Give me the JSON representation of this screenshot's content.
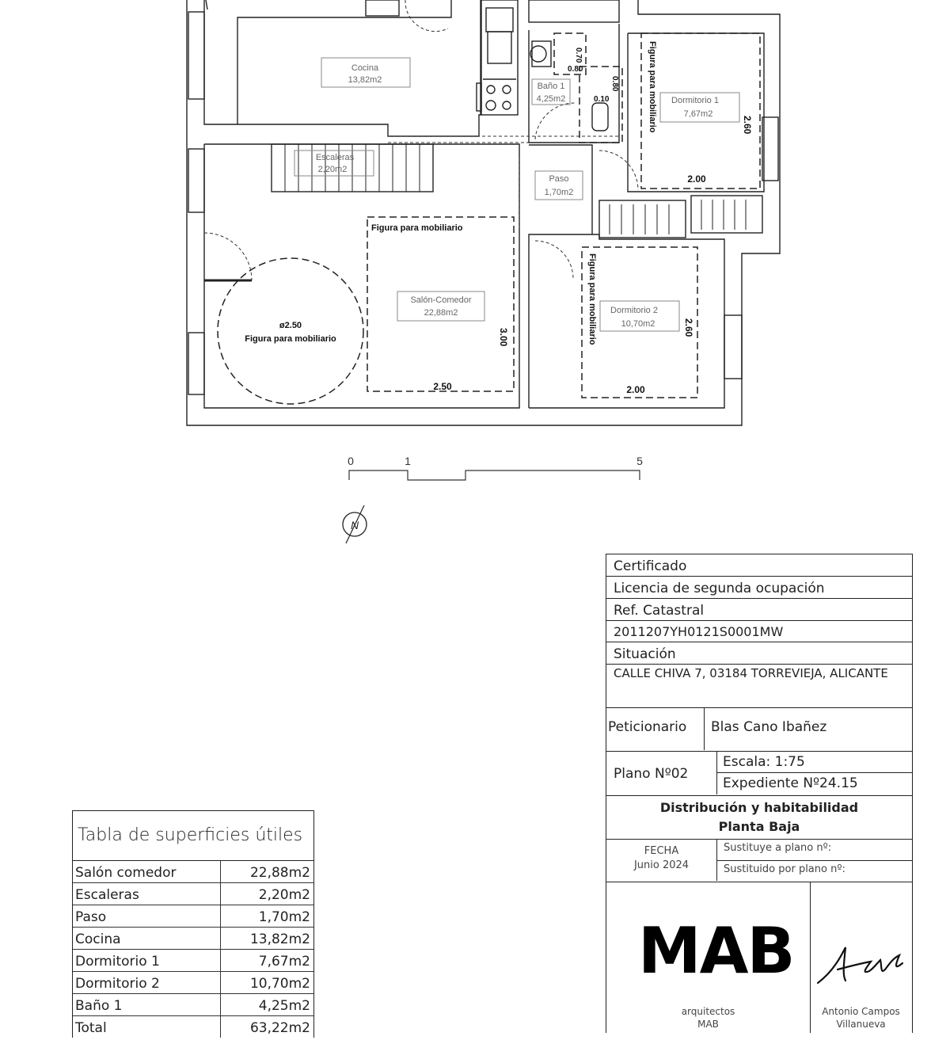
{
  "plan": {
    "rooms": [
      {
        "name": "Cocina",
        "area": "13,82m2"
      },
      {
        "name": "Baño 1",
        "area": "4,25m2"
      },
      {
        "name": "Dormitorio 1",
        "area": "7,67m2"
      },
      {
        "name": "Escaleras",
        "area": "2,20m2"
      },
      {
        "name": "Paso",
        "area": "1,70m2"
      },
      {
        "name": "Salón-Comedor",
        "area": "22,88m2"
      },
      {
        "name": "Dormitorio 2",
        "area": "10,70m2"
      }
    ],
    "furniture_label": "Figura para mobiliario",
    "circle_diameter": "ø2.50",
    "dimensions": {
      "dorm1_width": "2.00",
      "dorm1_height": "2.60",
      "salon_width": "2.50",
      "salon_height": "3.00",
      "dorm2_width": "2.00",
      "dorm2_height": "2.60",
      "bath_a": "0.80",
      "bath_b": "0.70",
      "bath_c": "0.80",
      "bath_d": "0.10"
    },
    "scale_bar": {
      "n0": "0",
      "n1": "1",
      "n5": "5"
    },
    "north": "N"
  },
  "surface_table": {
    "title": "Tabla de superficies útiles",
    "rows": [
      {
        "name": "Salón comedor",
        "area": "22,88m2"
      },
      {
        "name": "Escaleras",
        "area": "2,20m2"
      },
      {
        "name": "Paso",
        "area": "1,70m2"
      },
      {
        "name": "Cocina",
        "area": "13,82m2"
      },
      {
        "name": "Dormitorio 1",
        "area": "7,67m2"
      },
      {
        "name": "Dormitorio 2",
        "area": "10,70m2"
      },
      {
        "name": "Baño 1",
        "area": "4,25m2"
      },
      {
        "name": "Total",
        "area": "63,22m2"
      }
    ]
  },
  "title_block": {
    "certificado": "Certificado",
    "licencia": "Licencia de segunda ocupación",
    "ref_label": "Ref. Catastral",
    "ref_value": "2011207YH0121S0001MW",
    "situacion_label": "Situación",
    "situacion_value": "CALLE CHIVA 7, 03184 TORREVIEJA, ALICANTE",
    "peticionario_label": "Peticionario",
    "peticionario_value": "Blas Cano Ibañez",
    "plano": "Plano Nº02",
    "escala": "Escala: 1:75",
    "expediente": "Expediente Nº24.15",
    "titulo_1": "Distribución y habitabilidad",
    "titulo_2": "Planta Baja",
    "fecha_label": "FECHA",
    "fecha_value": "Junio 2024",
    "sustituye": "Sustituye a plano nº:",
    "sustituido": "Sustituido por plano nº:",
    "logo": "MAB",
    "logo_sub_1": "arquitectos",
    "logo_sub_2": "MAB",
    "author_1": "Antonio Campos",
    "author_2": "Villanueva"
  }
}
